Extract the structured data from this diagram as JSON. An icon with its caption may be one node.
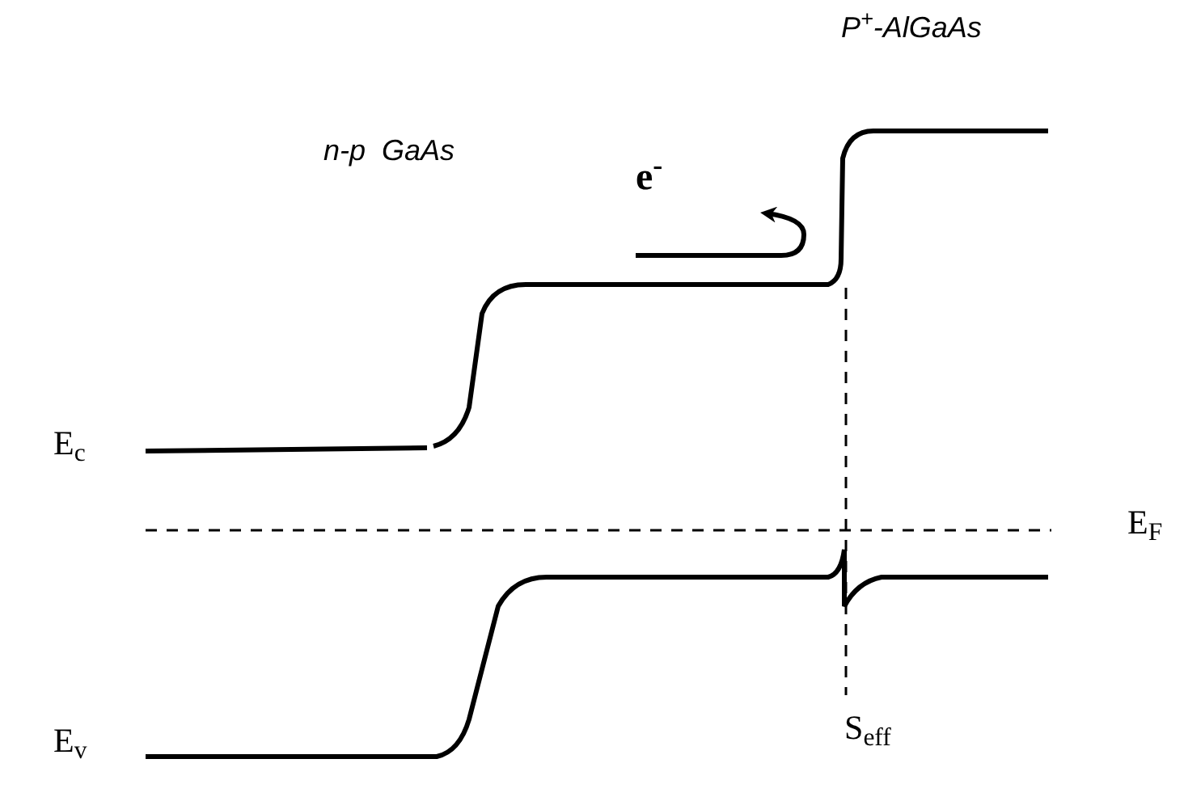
{
  "diagram": {
    "labels": [
      "P$^{+}$-AlGaAs",
      "n-p  GaAs",
      "e$^{-}$",
      "E$_{c}$",
      "E$_{F}$",
      "E$_{v}$",
      "S$_{eff}$"
    ]
  }
}
